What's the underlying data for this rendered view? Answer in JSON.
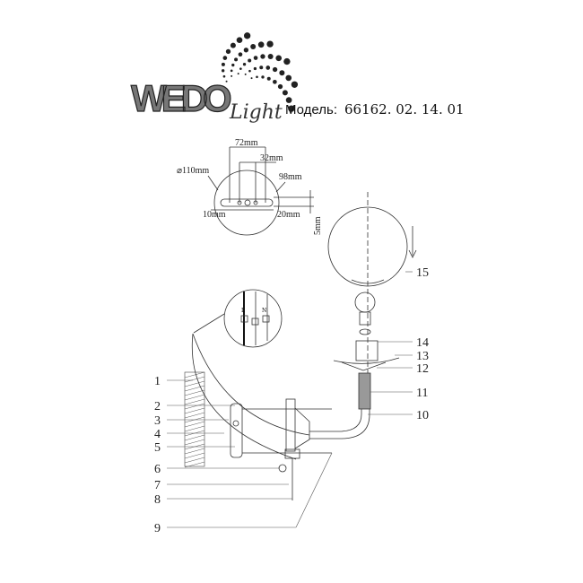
{
  "logo": {
    "brand": "WEDO",
    "sub": "Light"
  },
  "header": {
    "model_label": "Модель:",
    "model_number": "66162. 02. 14. 01"
  },
  "dimensions": {
    "d72": "72mm",
    "d32": "32mm",
    "d110": "⌀110mm",
    "d98": "98mm",
    "d10": "10mm",
    "d20": "20mm",
    "d5": "5mm"
  },
  "wiring": {
    "live": "L",
    "neutral": "N"
  },
  "parts": [
    "1",
    "2",
    "3",
    "4",
    "5",
    "6",
    "7",
    "8",
    "9",
    "10",
    "11",
    "12",
    "13",
    "14",
    "15"
  ]
}
